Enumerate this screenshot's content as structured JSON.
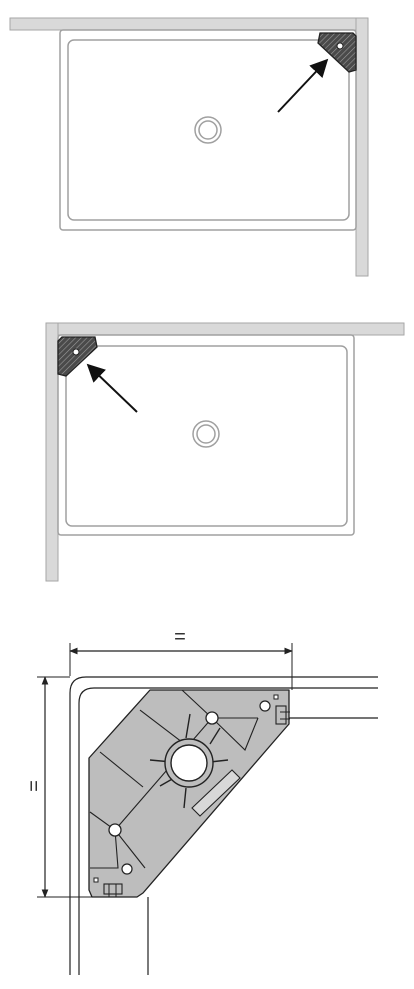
{
  "diagram": {
    "panels": [
      {
        "name": "tray-right-corner",
        "corner": "top-right"
      },
      {
        "name": "tray-left-corner",
        "corner": "top-left"
      }
    ],
    "detail": {
      "width_label": "=",
      "height_label": "="
    },
    "colors": {
      "wall": "#d9d9d9",
      "wall_stroke": "#a6a6a6",
      "tray_stroke": "#a0a0a0",
      "bracket_fill": "#bdbdbd",
      "bracket_dark": "#3a3a3a",
      "line": "#222222"
    }
  }
}
